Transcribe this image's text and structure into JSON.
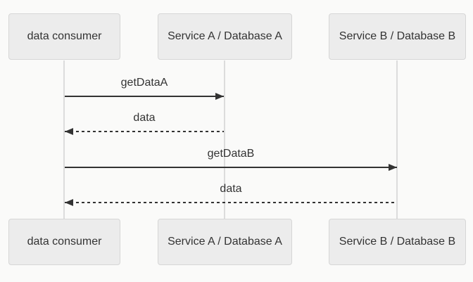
{
  "diagram": {
    "type": "sequence-diagram",
    "colors": {
      "background": "#fafaf9",
      "actor_fill": "#ececec",
      "actor_border": "#d6d6d6",
      "text": "#333333",
      "message_line": "#333333",
      "lifeline": "#dcdcdc"
    },
    "actors": [
      {
        "label": "data consumer"
      },
      {
        "label": "Service A / Database A"
      },
      {
        "label": "Service B / Database B"
      }
    ],
    "messages": [
      {
        "label": "getDataA",
        "from": "data consumer",
        "to": "Service A / Database A",
        "line": "solid",
        "direction": "right"
      },
      {
        "label": "data",
        "from": "Service A / Database A",
        "to": "data consumer",
        "line": "dashed",
        "direction": "left"
      },
      {
        "label": "getDataB",
        "from": "data consumer",
        "to": "Service B / Database B",
        "line": "solid",
        "direction": "right"
      },
      {
        "label": "data",
        "from": "Service B / Database B",
        "to": "data consumer",
        "line": "dashed",
        "direction": "left"
      }
    ]
  }
}
